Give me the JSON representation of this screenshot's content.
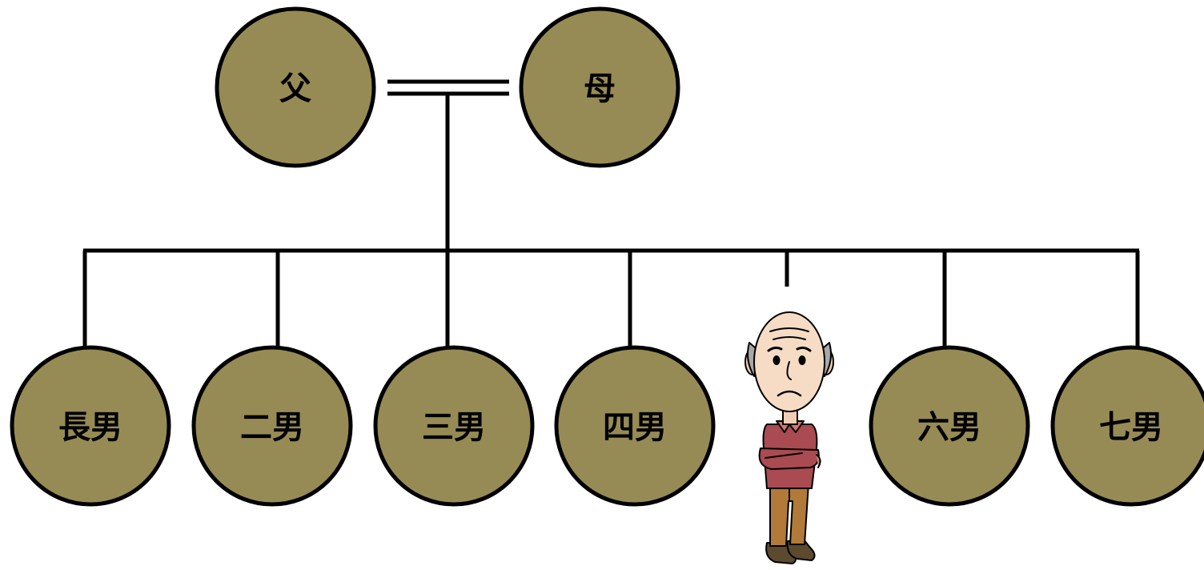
{
  "colors": {
    "node_fill": "#978b55",
    "node_stroke": "#000000",
    "line": "#000000",
    "background": "#ffffff"
  },
  "parents": {
    "father": "父",
    "mother": "母"
  },
  "children": {
    "first": "長男",
    "second": "二男",
    "third": "三男",
    "fourth": "四男",
    "fifth_icon": "elderly-man-arms-crossed-icon",
    "sixth": "六男",
    "seventh": "七男"
  }
}
